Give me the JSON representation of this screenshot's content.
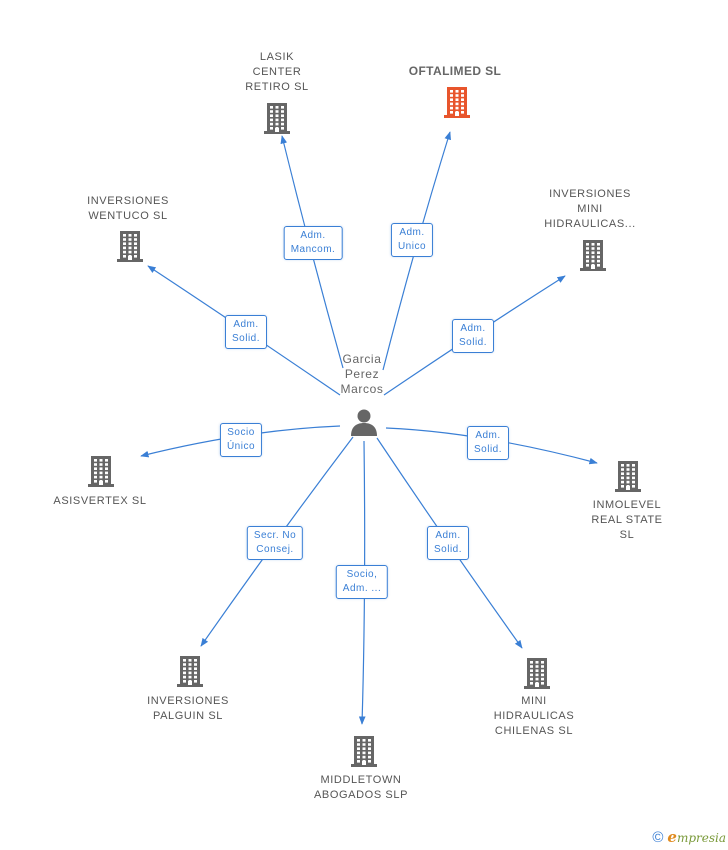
{
  "colors": {
    "edge": "#3a7fd5",
    "building": "#666666",
    "building_highlight": "#e8552c",
    "person": "#666666"
  },
  "center": {
    "label_lines": [
      "Garcia",
      "Perez",
      "Marcos"
    ],
    "icon": "person-icon"
  },
  "nodes": [
    {
      "id": "lasik",
      "label_lines": [
        "LASIK",
        "CENTER",
        "RETIRO SL"
      ],
      "role_lines": [
        "Adm.",
        "Mancom."
      ],
      "highlight": false
    },
    {
      "id": "oftalimed",
      "label_lines": [
        "OFTALIMED SL"
      ],
      "role_lines": [
        "Adm.",
        "Unico"
      ],
      "highlight": true
    },
    {
      "id": "wentuco",
      "label_lines": [
        "INVERSIONES",
        "WENTUCO SL"
      ],
      "role_lines": [
        "Adm.",
        "Solid."
      ],
      "highlight": false
    },
    {
      "id": "mini-hidr",
      "label_lines": [
        "INVERSIONES",
        "MINI",
        "HIDRAULICAS..."
      ],
      "role_lines": [
        "Adm.",
        "Solid."
      ],
      "highlight": false
    },
    {
      "id": "asisvertex",
      "label_lines": [
        "ASISVERTEX SL"
      ],
      "role_lines": [
        "Socio",
        "Único"
      ],
      "highlight": false
    },
    {
      "id": "inmolevel",
      "label_lines": [
        "INMOLEVEL",
        "REAL STATE",
        "SL"
      ],
      "role_lines": [
        "Adm.",
        "Solid."
      ],
      "highlight": false
    },
    {
      "id": "palguin",
      "label_lines": [
        "INVERSIONES",
        "PALGUIN SL"
      ],
      "role_lines": [
        "Secr. No",
        "Consej."
      ],
      "highlight": false
    },
    {
      "id": "middletown",
      "label_lines": [
        "MIDDLETOWN",
        "ABOGADOS SLP"
      ],
      "role_lines": [
        "Socio,",
        "Adm. ..."
      ],
      "highlight": false
    },
    {
      "id": "chilenas",
      "label_lines": [
        "MINI",
        "HIDRAULICAS",
        "CHILENAS SL"
      ],
      "role_lines": [
        "Adm.",
        "Solid."
      ],
      "highlight": false
    }
  ],
  "footer": {
    "copyright": "©",
    "brand_initial": "e",
    "brand_rest": "mpresia"
  }
}
